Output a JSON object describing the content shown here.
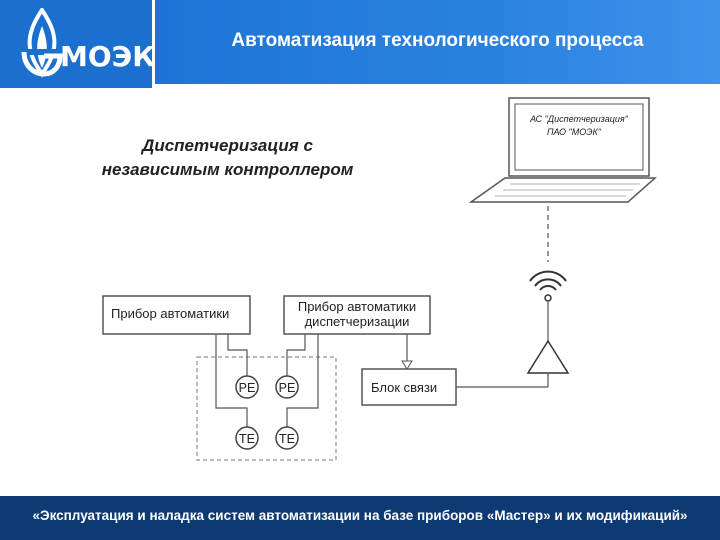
{
  "header": {
    "title": "Автоматизация технологического процесса",
    "logo_text": "МОЭК",
    "logo_icon": "flame-logo-icon"
  },
  "subtitle": {
    "line1": "Диспетчеризация с",
    "line2": "независимым контроллером"
  },
  "diagram": {
    "laptop_line1": "АС \"Диспетчеризация\"",
    "laptop_line2": "ПАО \"МОЭК\"",
    "device1": "Прибор автоматики",
    "device2_line1": "Прибор автоматики",
    "device2_line2": "диспетчеризации",
    "comm_block": "Блок связи",
    "sensors": [
      "PE",
      "PE",
      "TE",
      "TE"
    ]
  },
  "footer": {
    "text": "«Эксплуатация и наладка систем автоматизации на базе приборов «Мастер» и их модификаций»"
  },
  "colors": {
    "brand_blue": "#1a6fcf",
    "footer_navy": "#0d3a73",
    "line_gray": "#555555"
  }
}
